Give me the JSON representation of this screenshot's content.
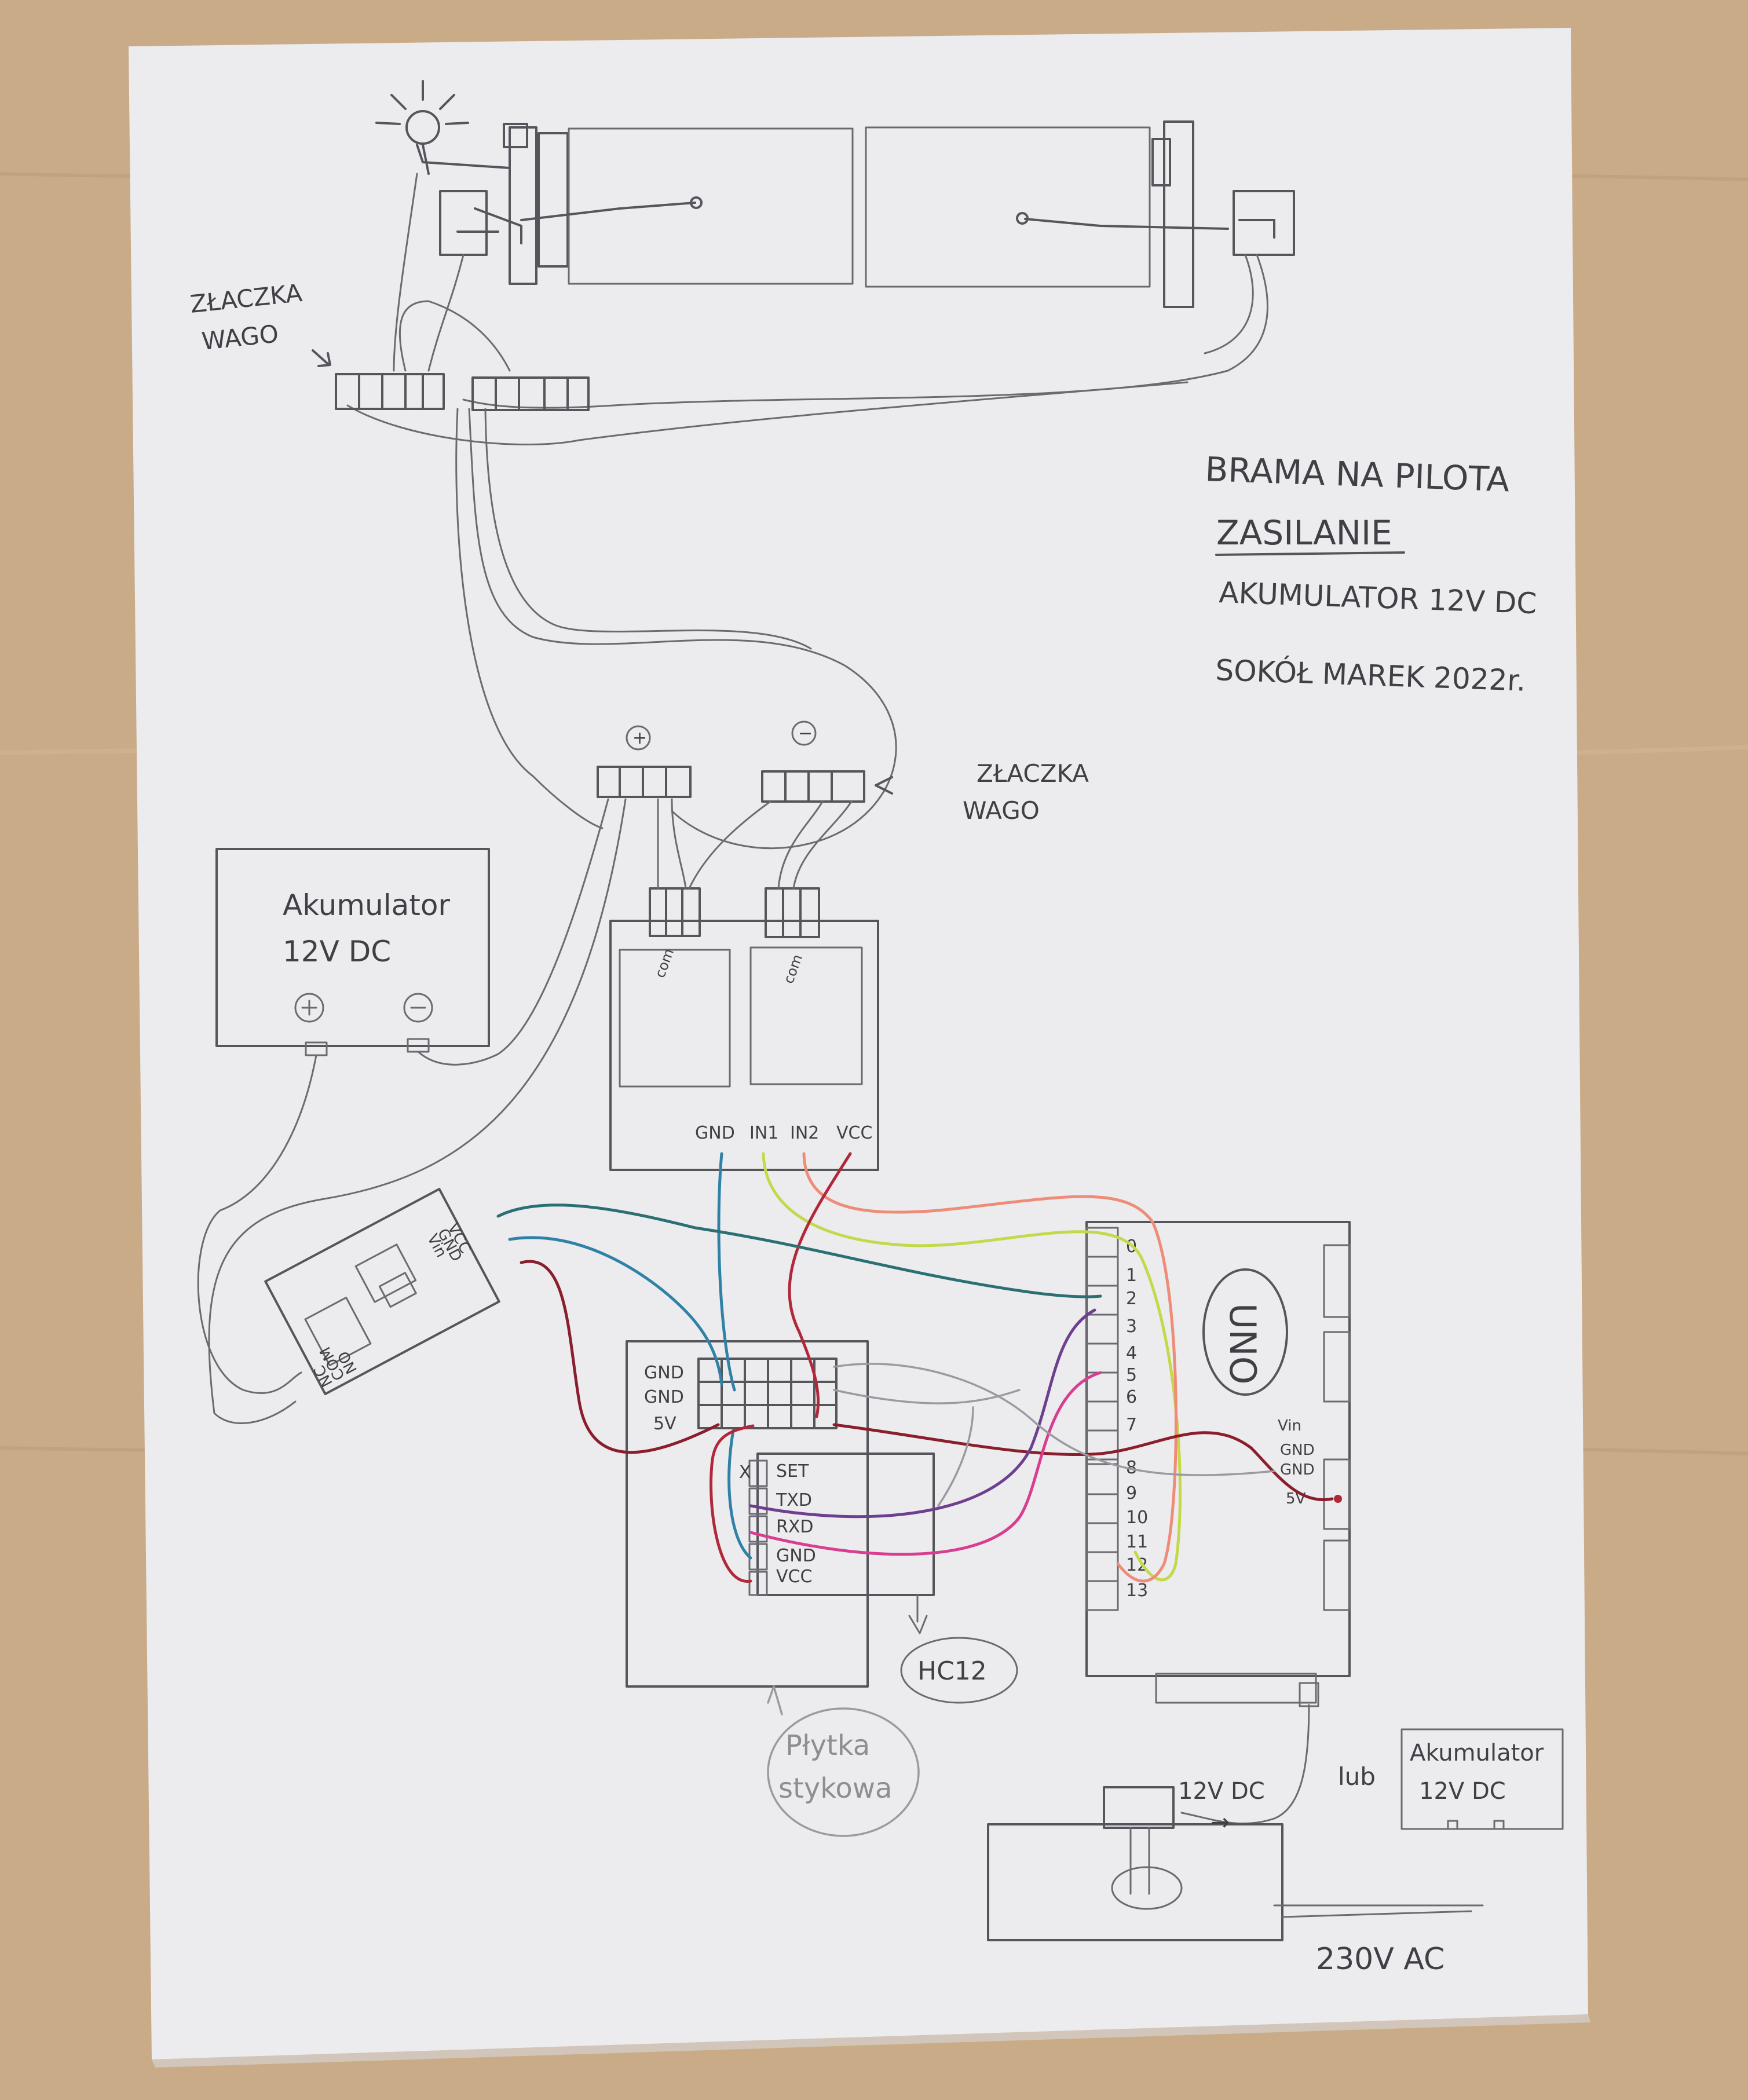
{
  "title": {
    "line1": "BRAMA NA PILOTA",
    "line2": "ZASILANIE",
    "line3": "AKUMULATOR 12V DC",
    "line4": "SOKÓŁ MAREK 2022r."
  },
  "labels": {
    "wago_top": [
      "ZŁACZKA",
      "WAGO"
    ],
    "wago_mid": [
      "ZŁACZKA",
      "WAGO"
    ],
    "plus": "+",
    "minus": "−",
    "battery_main": [
      "Akumulator",
      "12V DC"
    ],
    "battery_alt": [
      "Akumulator",
      "12V DC"
    ],
    "lub": "lub",
    "dc_label": "12V DC",
    "arrow": "→",
    "ac_label": "230V AC",
    "hc12": "HC12",
    "breadboard": [
      "Płytka",
      "stykowa"
    ],
    "uno": "UNO",
    "relay_com": "com"
  },
  "relay_module": {
    "pins": [
      "GND",
      "IN1",
      "IN2",
      "VCC"
    ]
  },
  "small_relay": {
    "pins_right": [
      "Vin",
      "GND",
      "VCC"
    ],
    "pins_left": [
      "NC",
      "COM",
      "NO"
    ]
  },
  "breadboard": {
    "rows": [
      "GND",
      "GND",
      "5V"
    ]
  },
  "hc12_module": {
    "pins": [
      "SET",
      "TXD",
      "RXD",
      "GND",
      "VCC"
    ],
    "set_mark": "X"
  },
  "arduino": {
    "pins_left_top": [
      "0",
      "1",
      "2",
      "3",
      "4",
      "5",
      "6",
      "7"
    ],
    "pins_left_bottom": [
      "8",
      "9",
      "10",
      "11",
      "12",
      "13"
    ],
    "power_pins": [
      "Vin",
      "GND",
      "GND",
      "5V"
    ]
  },
  "colors": {
    "background": "#c9ab88",
    "paper": "#ecebee",
    "pencil": "#55555c",
    "wire_blue": "#2f82a6",
    "wire_teal": "#2c6f73",
    "wire_red": "#b0283a",
    "wire_darkred": "#8a1e2c",
    "wire_purple": "#6d3f8e",
    "wire_pink": "#d83d8f",
    "wire_lime": "#c4d94a",
    "wire_orange": "#ee8c78"
  }
}
